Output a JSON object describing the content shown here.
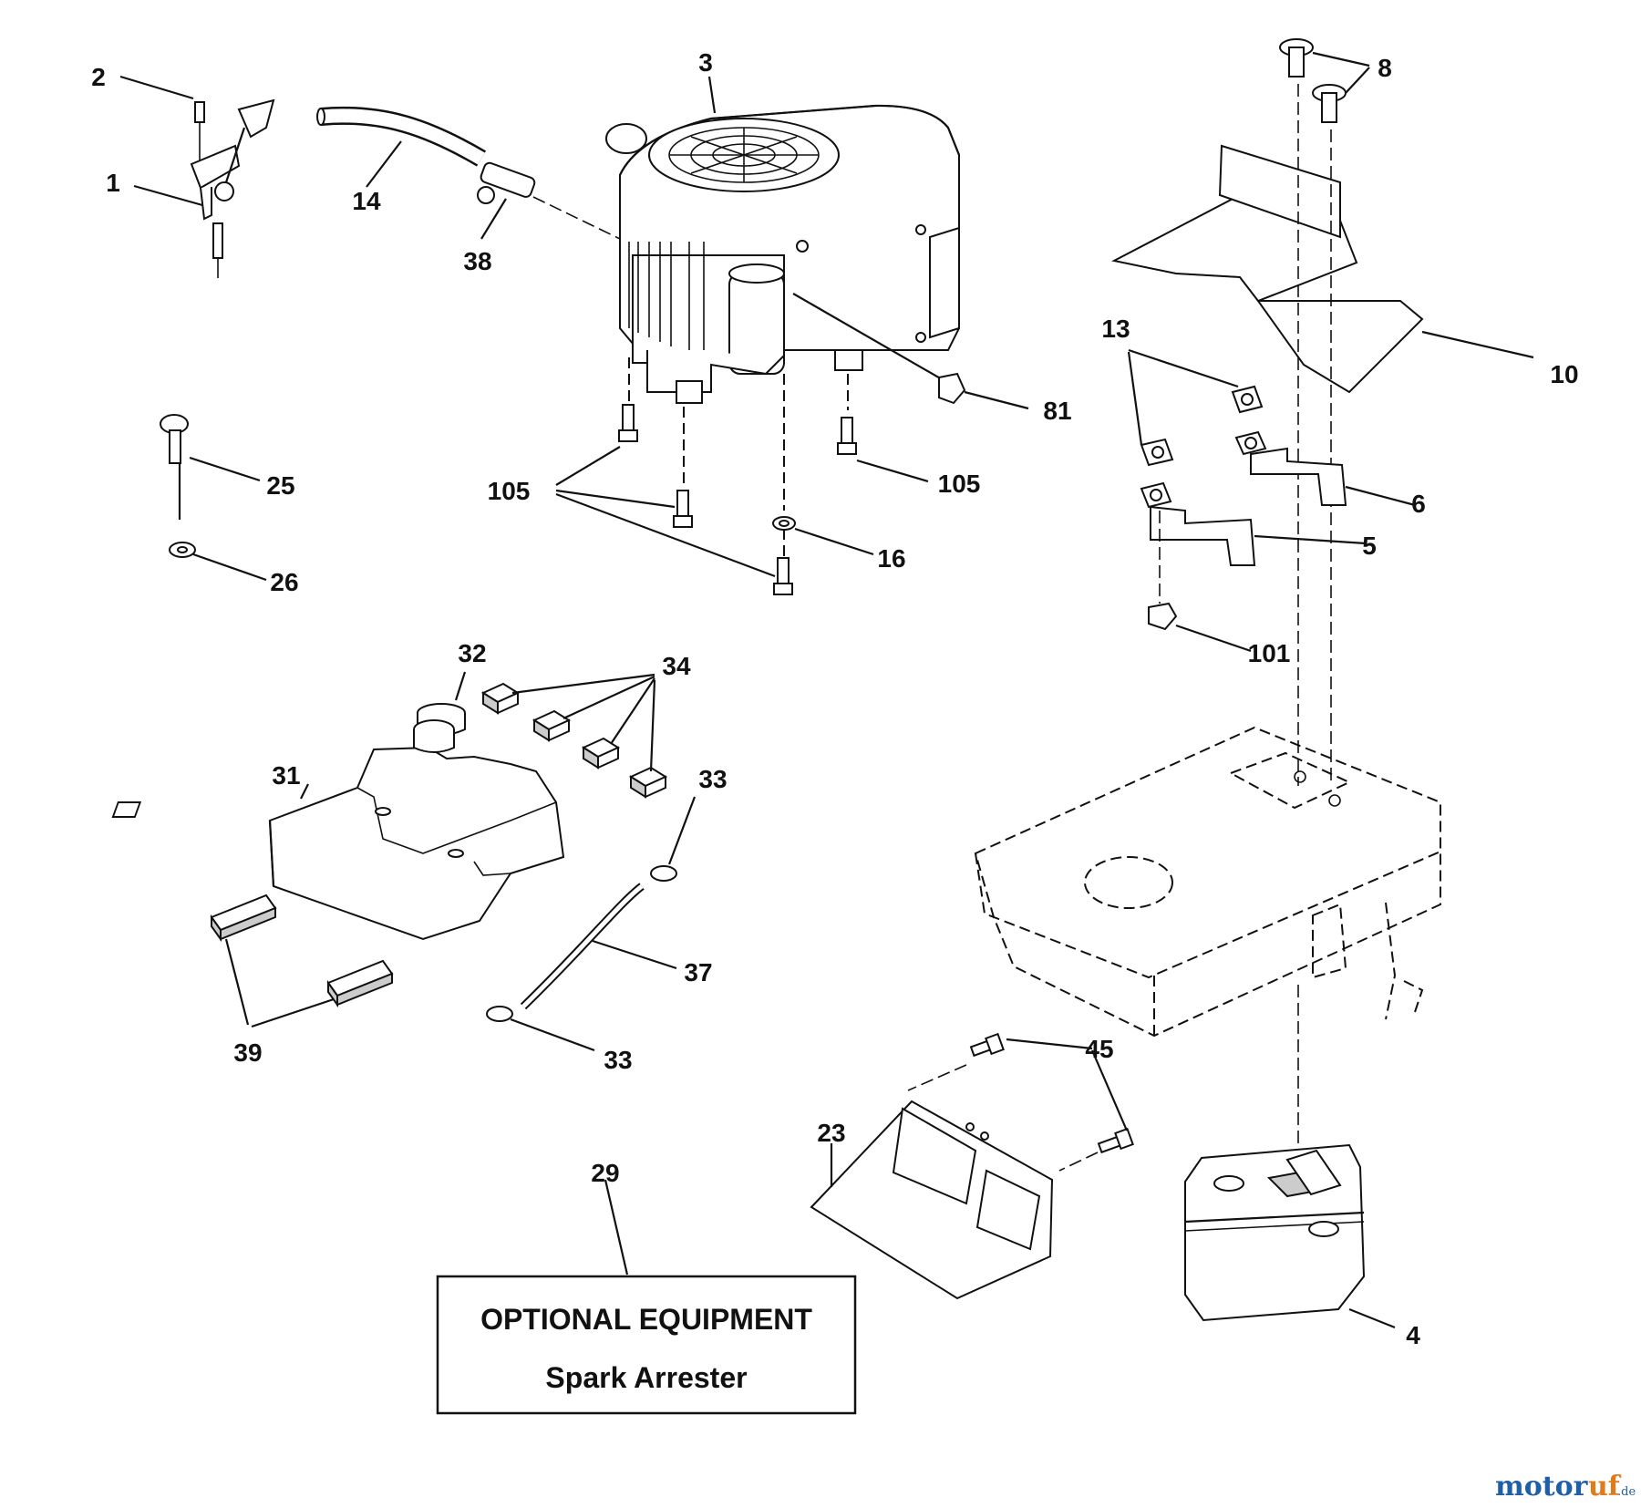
{
  "labels": {
    "p1": "1",
    "p2": "2",
    "p3": "3",
    "p4": "4",
    "p5": "5",
    "p6": "6",
    "p8": "8",
    "p10": "10",
    "p13": "13",
    "p14": "14",
    "p16": "16",
    "p23": "23",
    "p25": "25",
    "p26": "26",
    "p29": "29",
    "p31": "31",
    "p32": "32",
    "p33a": "33",
    "p33b": "33",
    "p34": "34",
    "p37": "37",
    "p38": "38",
    "p39": "39",
    "p45": "45",
    "p81": "81",
    "p101": "101",
    "p105a": "105",
    "p105b": "105"
  },
  "optional_box": {
    "title": "OPTIONAL EQUIPMENT",
    "subtitle": "Spark Arrester"
  },
  "watermark": {
    "brand_a": "motor",
    "brand_b": "uf",
    "suffix": ".de"
  }
}
